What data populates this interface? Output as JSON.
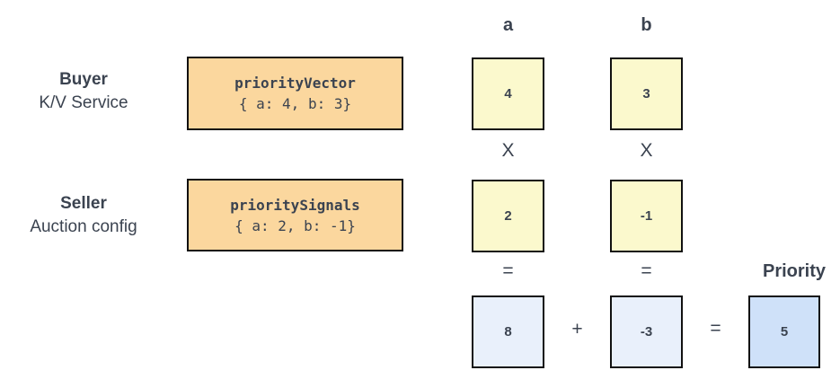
{
  "colors": {
    "text": "#3b4350",
    "orange_fill": "#fbd79e",
    "yellow_fill": "#fbf9cd",
    "blue_light_fill": "#e9f0fb",
    "blue_result_fill": "#cfe1f9",
    "border": "#111111"
  },
  "left_labels": {
    "buyer": {
      "title": "Buyer",
      "subtitle": "K/V Service"
    },
    "seller": {
      "title": "Seller",
      "subtitle": "Auction config"
    }
  },
  "code_boxes": {
    "priority_vector": {
      "name": "priorityVector",
      "value": "{ a: 4, b: 3}"
    },
    "priority_signals": {
      "name": "prioritySignals",
      "value": "{ a: 2, b: -1}"
    }
  },
  "columns": {
    "a": "a",
    "b": "b"
  },
  "values": {
    "vector_a": "4",
    "vector_b": "3",
    "signals_a": "2",
    "signals_b": "-1",
    "product_a": "8",
    "product_b": "-3",
    "priority": "5"
  },
  "operators": {
    "multiply": "X",
    "equals": "=",
    "plus": "+"
  },
  "result_label": "Priority"
}
